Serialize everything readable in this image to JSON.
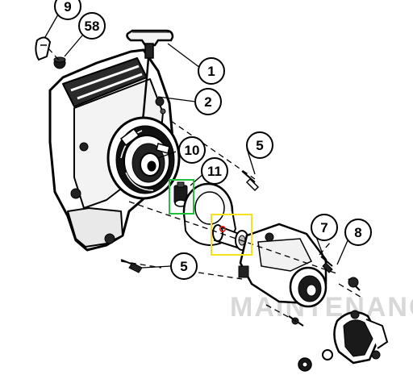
{
  "diagram": {
    "watermark_text": "MAINTENANCE",
    "callouts": [
      {
        "id": "9",
        "label": "9"
      },
      {
        "id": "58",
        "label": "58"
      },
      {
        "id": "1",
        "label": "1"
      },
      {
        "id": "2",
        "label": "2"
      },
      {
        "id": "5a",
        "label": "5"
      },
      {
        "id": "10",
        "label": "10"
      },
      {
        "id": "11",
        "label": "11"
      },
      {
        "id": "7",
        "label": "7"
      },
      {
        "id": "8",
        "label": "8"
      },
      {
        "id": "5b",
        "label": "5"
      }
    ],
    "highlights": {
      "green_box_color": "#22c03a",
      "yellow_box_color": "#f4e21a",
      "marker_color": "#e01818"
    }
  }
}
